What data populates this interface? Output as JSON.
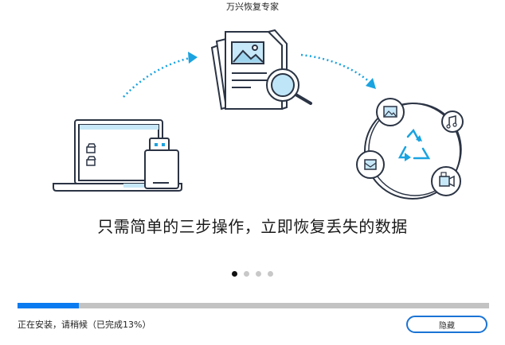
{
  "window": {
    "title": "万兴恢复专家"
  },
  "slide": {
    "headline": "只需简单的三步操作，立即恢复丢失的数据",
    "pager": {
      "count": 4,
      "active_index": 0
    },
    "illustrations": [
      "laptop-usb-icon",
      "document-search-icon",
      "recovery-cycle-icon"
    ]
  },
  "install": {
    "progress_percent": 13,
    "status_text": "正在安装，请稍候（已完成13%）",
    "hide_label": "隐藏"
  },
  "colors": {
    "accent": "#0a7bf0",
    "progress_track": "#c3c3c3",
    "button_border": "#1a73d6",
    "illustration_stroke": "#2b3444",
    "illustration_fill": "#c7e8f8",
    "arrow": "#1aa3e0"
  }
}
